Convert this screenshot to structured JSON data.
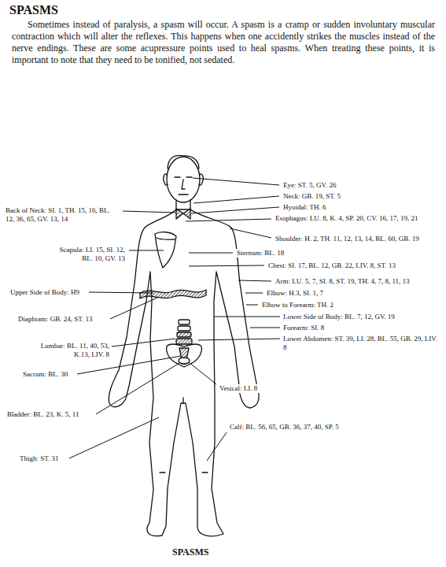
{
  "diagram": {
    "title": "SPASMS",
    "caption": "SPASMS",
    "labels": [
      "Sometimes instead of paralysis, a spasm will occur. A spasm is a cramp or sudden involuntary muscular contraction which will alter the reflexes. This happens when one accidently strikes the muscles instead of the nerve endings. These are some acupressure points used to heal spasms. When treating these points, it is important to note that they need to be tonified, not sedated.",
      "Eye: ST. 5, GV. 26",
      "Neck: GB. 19, ST. 5",
      "Back of Neck: SI. 1, TH. 15, 16, BL. 12, 36, 65, GV. 13, 14",
      "Hyoidal: TH. 6",
      "Esophagus: LU. 8, K. 4, SP. 20, CV. 16, 17, 19, 21",
      "Shoulder: H. 2, TH. 11, 12, 13, 14, BL. 60, GB. 19",
      "Scapula: LI. 15, SI. 12, BL. 10, GV. 13",
      "Sternum: BL. 18",
      "Chest: SI. 17, BL. 12, GB. 22, LIV. 8, ST. 13",
      "Arm: LU. 5, 7, SI. 8, ST. 19, TH. 4, 7, 8, 11, 13",
      "Upper Side of Body: H9",
      "Elbow: H.3, SI. 1, 7",
      "Elbow to Forearm: TH. 2",
      "Diaphram: GB. 24, ST. 13",
      "Lower Side of Body: BL. 7, 12, GV. 19",
      "Forearm: SI. 8",
      "Lower Abdomen: ST. 39, LI. 28, BL. 55, GB. 29, LIV. 8",
      "Lumbar: BL. 11, 40, 53, K.13, LIV. 8",
      "Sacrum: BL. 30",
      "Vesical: LI. 8",
      "Bladder: BL. 23, K. 5, 11",
      "Calf: BL. 56, 65, GB. 36, 37, 40, SP. 5",
      "Thigh: ST. 31"
    ]
  }
}
